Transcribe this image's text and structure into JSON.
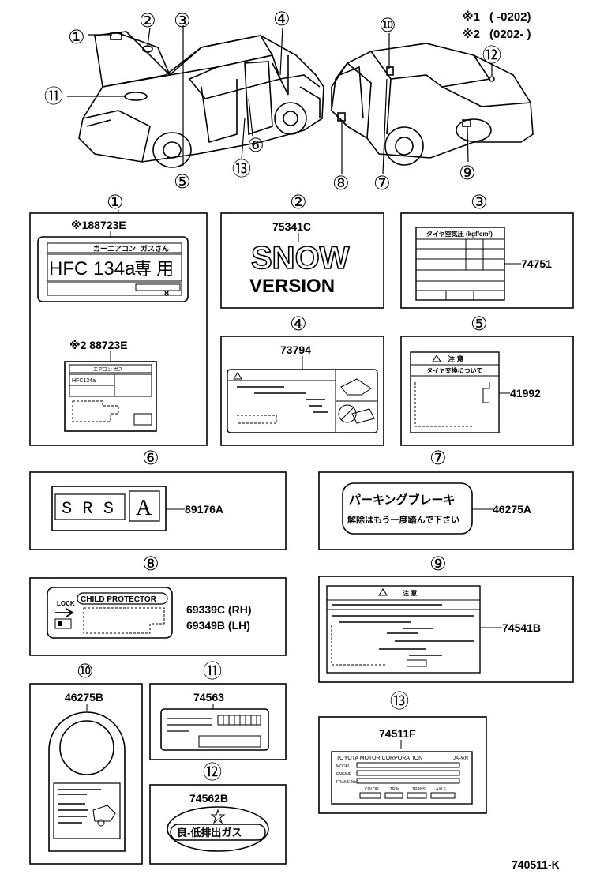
{
  "footnotes": [
    {
      "mark": "※1",
      "text": "(       -0202)"
    },
    {
      "mark": "※2",
      "text": "(0202-       )"
    }
  ],
  "callouts": [
    "①",
    "②",
    "③",
    "④",
    "⑤",
    "⑥",
    "⑦",
    "⑧",
    "⑨",
    "⑩",
    "⑪",
    "⑫",
    "⑬"
  ],
  "labels": {
    "l1": {
      "num": "①",
      "part_a": "※188723E",
      "part_b": "※2 88723E",
      "sticker_title": "カーエアコン",
      "sticker_sub": "ガスさん",
      "hfc": "HFC 134a",
      "kanji": "専 用",
      "digit": "8",
      "small_hfc": "HFC134a",
      "small_title": "エアコン ガス"
    },
    "l2": {
      "num": "②",
      "part": "75341C",
      "line1": "SNOW",
      "line2": "VERSION"
    },
    "l3": {
      "num": "③",
      "part": "74751",
      "header": "タイヤ空気圧 (kgf/cm²)"
    },
    "l4": {
      "num": "④",
      "part": "73794"
    },
    "l5": {
      "num": "⑤",
      "part": "41992",
      "header": "注 意",
      "sub": "タイヤ交換について"
    },
    "l6": {
      "num": "⑥",
      "part": "89176A",
      "srs": "S R S",
      "a": "A"
    },
    "l7": {
      "num": "⑦",
      "part": "46275A",
      "line1": "パーキングブレーキ",
      "line2": "解除はもう一度踏んで下さい"
    },
    "l8": {
      "num": "⑧",
      "part_rh": "69339C (RH)",
      "part_lh": "69349B (LH)",
      "lock": "LOCK",
      "title": "CHILD PROTECTOR"
    },
    "l9": {
      "num": "⑨",
      "part": "74541B",
      "header": "注 意"
    },
    "l10": {
      "num": "⑩",
      "part": "46275B"
    },
    "l11": {
      "num": "⑪",
      "part": "74563"
    },
    "l12": {
      "num": "⑫",
      "part": "74562B",
      "text": "良-低排出ガス"
    },
    "l13": {
      "num": "⑬",
      "part": "74511F",
      "maker": "TOYOTA MOTOR CORPORATION",
      "country": "JAPAN",
      "f1": "MODEL",
      "f2": "ENGINE",
      "f3": "FRAME No.",
      "c1": "COLOR",
      "c2": "TRIM",
      "c3": "TRANS",
      "c4": "AXLE"
    }
  },
  "diagram_id": "740511-K"
}
